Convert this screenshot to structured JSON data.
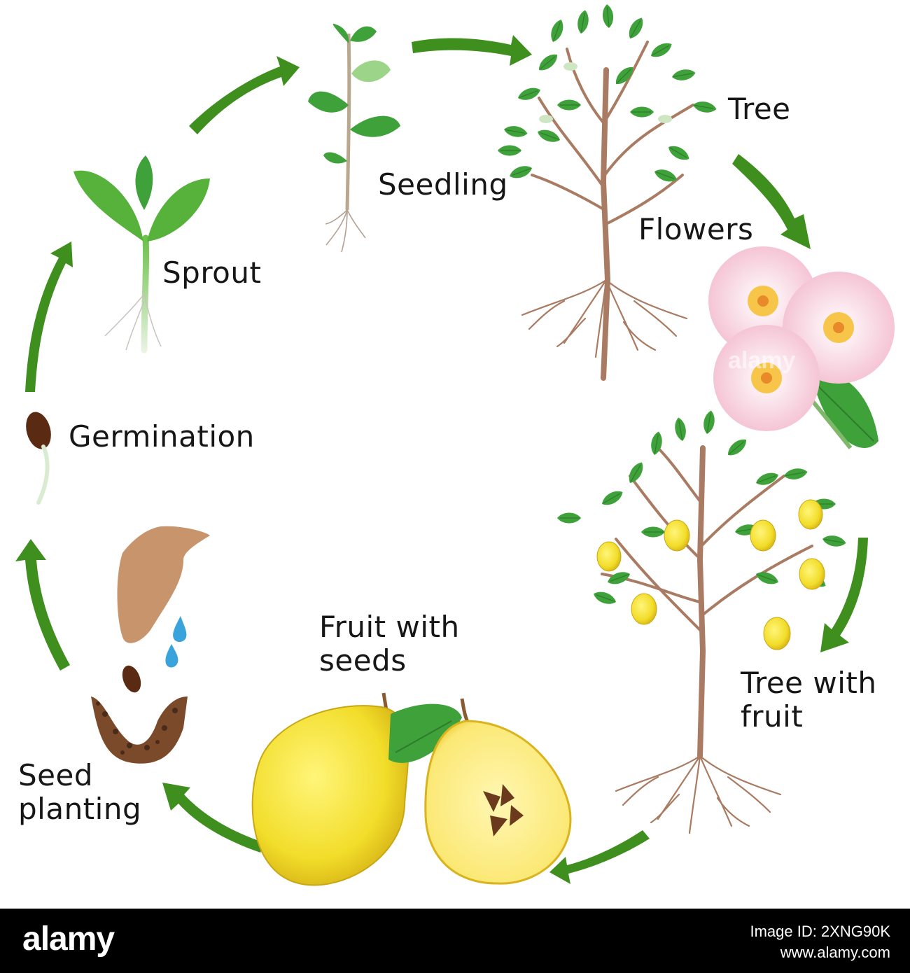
{
  "title": "",
  "stages": [
    {
      "id": "seedling",
      "label": "Seedling"
    },
    {
      "id": "tree",
      "label": "Tree"
    },
    {
      "id": "flowers",
      "label": "Flowers"
    },
    {
      "id": "tree_with_fruit",
      "label": "Tree with\nfruit"
    },
    {
      "id": "fruit_with_seeds",
      "label": "Fruit with\nseeds"
    },
    {
      "id": "seed_planting",
      "label": "Seed\nplanting"
    },
    {
      "id": "germination",
      "label": "Germination"
    },
    {
      "id": "sprout",
      "label": "Sprout"
    }
  ],
  "footer": {
    "logo": "alamy",
    "image_id": "Image ID: 2XNG90K",
    "url": "www.alamy.com"
  },
  "watermark": "alamy",
  "colors": {
    "arrow": "#3f8f1f",
    "leaf": "#3ea13a",
    "trunk": "#a97b62",
    "flower": "#f7c6d4",
    "fruit": "#f2dd2a",
    "seed": "#5b2a12",
    "water": "#3aa3dc"
  },
  "icons": {
    "arrow": "cycle-arrow-icon",
    "seedling": "seedling-icon",
    "tree": "tree-icon",
    "flowers": "quince-flowers-icon",
    "fruit_tree": "fruit-tree-icon",
    "fruit": "quince-fruit-icon",
    "planting": "hand-planting-icon",
    "germination": "germinating-seed-icon",
    "sprout": "sprout-icon"
  }
}
